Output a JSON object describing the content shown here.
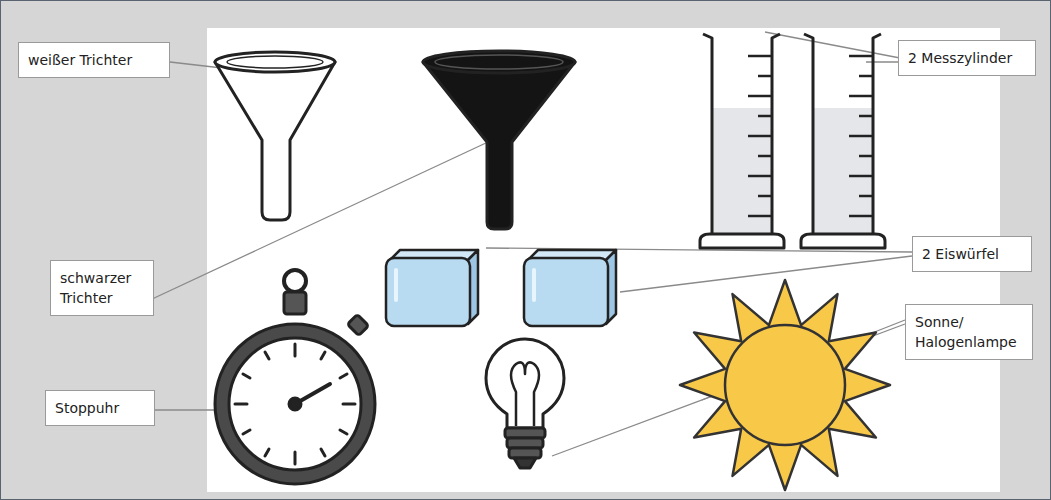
{
  "diagram": {
    "nodes": [
      {
        "text": [
          "weißer Trichter"
        ]
      },
      {
        "text": [
          "2 Messzylinder"
        ]
      },
      {
        "text": [
          "2 Eiswürfel"
        ]
      },
      {
        "text": [
          "schwarzer Trichter"
        ]
      },
      {
        "text": [
          "Sonne/ Halogenlampe"
        ]
      },
      {
        "text": [
          "Stoppuhr"
        ]
      }
    ]
  }
}
